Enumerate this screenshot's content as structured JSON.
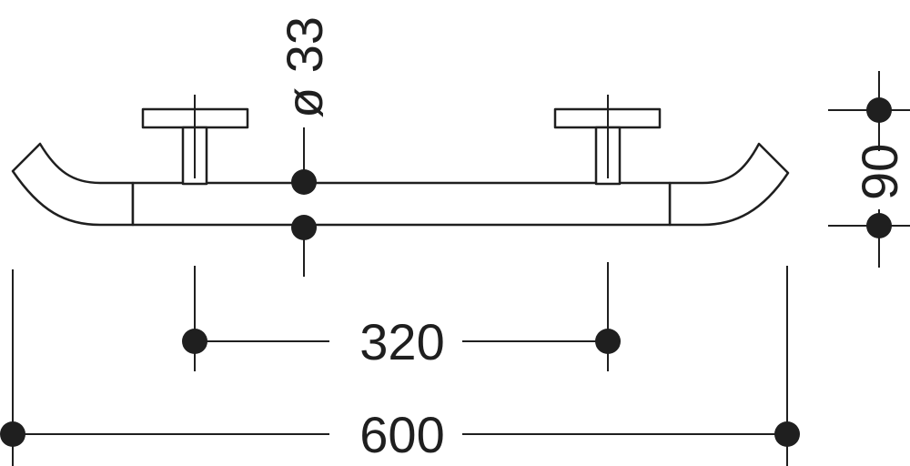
{
  "dimensions": {
    "diameter_symbol": "ø",
    "diameter_value": "33",
    "center_distance": "320",
    "overall_length": "600",
    "projection": "90"
  },
  "colors": {
    "line": "#1f1f1f",
    "background": "#ffffff"
  }
}
